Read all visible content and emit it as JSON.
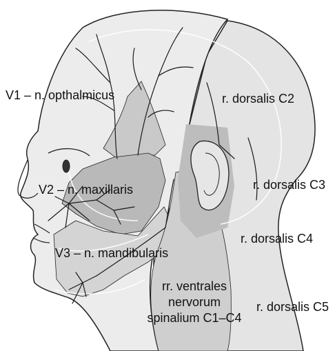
{
  "labels": {
    "v1": "V1 – n. opthalmicus",
    "v2": "V2 – n. maxillaris",
    "v3": "V3 – n. mandibularis",
    "dorsalis_c2": "r. dorsalis C2",
    "dorsalis_c3": "r. dorsalis C3",
    "dorsalis_c4": "r. dorsalis C4",
    "dorsalis_c5": "r. dorsalis C5",
    "ventrales_line1": "rr. ventrales",
    "ventrales_line2": "nervorum",
    "ventrales_line3": "spinalium C1–C4"
  },
  "colors": {
    "outline": "#222222",
    "skin": "#ececec",
    "back_head": "#e4e4e4",
    "v1_region": "#c9c9c9",
    "v2_region": "#b9b9b9",
    "v3_region": "#d4d4d4",
    "ventral_region": "#cfcfcf",
    "ear_region": "#bdbdbd",
    "nerve": "#1a1a1a",
    "skull_line": "#ffffff"
  }
}
